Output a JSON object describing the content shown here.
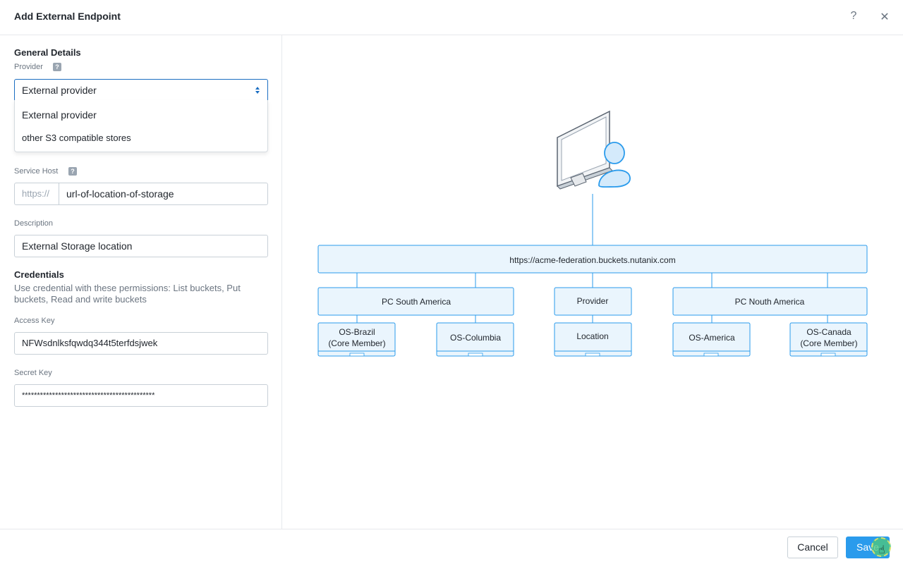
{
  "header": {
    "title": "Add External Endpoint",
    "help_glyph": "?",
    "close_glyph": "✕"
  },
  "form": {
    "general_details_title": "General Details",
    "provider": {
      "label": "Provider",
      "help_glyph": "?",
      "selected": "External provider",
      "options": [
        "External provider",
        "other S3 compatible stores"
      ]
    },
    "service_host": {
      "label": "Service Host",
      "help_glyph": "?",
      "prefix": "https://",
      "value": "url-of-location-of-storage"
    },
    "description": {
      "label": "Description",
      "value": "External Storage location"
    },
    "credentials": {
      "title": "Credentials",
      "description": "Use credential with these permissions: List buckets, Put buckets, Read and write buckets"
    },
    "access_key": {
      "label": "Access Key",
      "value": "NFWsdnlksfqwdq344t5terfdsjwek"
    },
    "secret_key": {
      "label": "Secret Key",
      "value": "********************************************"
    }
  },
  "diagram": {
    "root_url": "https://acme-federation.buckets.nutanix.com",
    "groups": [
      {
        "label": "PC South America",
        "children": [
          [
            "OS-Brazil",
            "(Core Member)"
          ],
          [
            "OS-Columbia"
          ]
        ]
      },
      {
        "label": "Provider",
        "children": [
          [
            "Location"
          ]
        ]
      },
      {
        "label": "PC Nouth America",
        "children": [
          [
            "OS-America"
          ],
          [
            "OS-Canada",
            "(Core Member)"
          ]
        ]
      }
    ],
    "colors": {
      "line": "#2a9bec",
      "box_fill": "#eaf5fd",
      "box_border": "#2a9bec"
    }
  },
  "footer": {
    "cancel_label": "Cancel",
    "save_label": "Save"
  },
  "cursor": {
    "icon": "hand-pointer-icon",
    "glyph": "☝"
  }
}
